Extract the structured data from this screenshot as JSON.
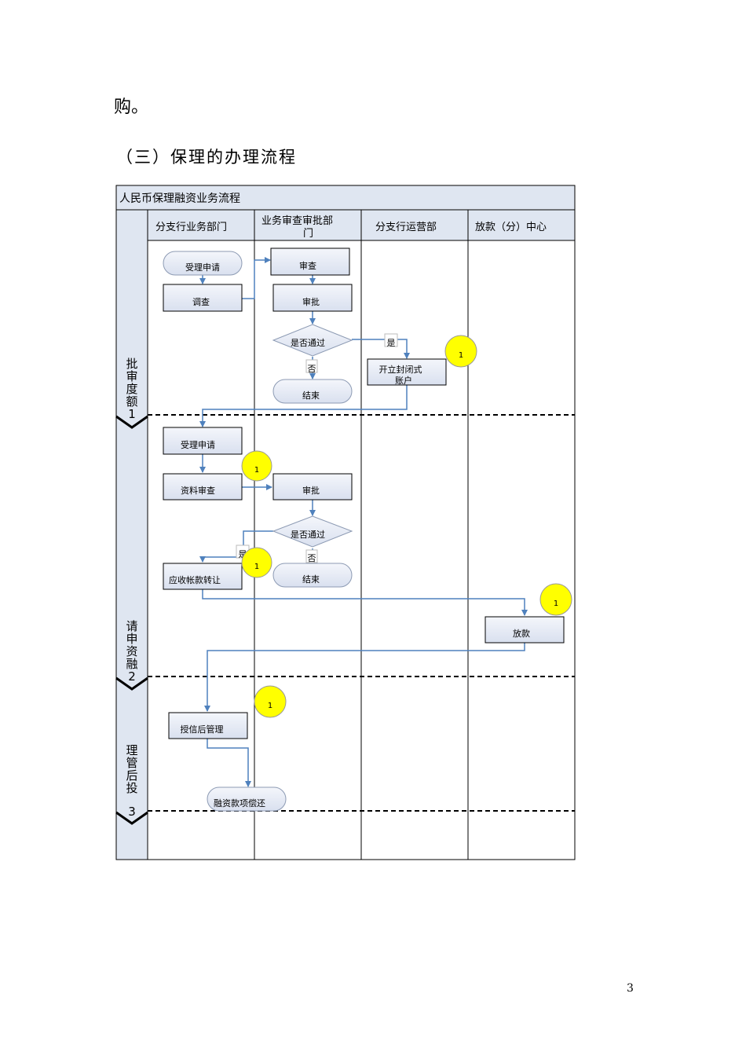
{
  "document": {
    "paragraph_tail": "购。",
    "section_heading": "（三）保理的办理流程",
    "page_number": "3"
  },
  "flowchart": {
    "title": "人民币保理融资业务流程",
    "columns": {
      "branch_business": "分支行业务部门",
      "review_line1": "业务审查审批部",
      "review_line2": "门",
      "operations": "分支行运营部",
      "loan_center": "放款（分）中心"
    },
    "phases": {
      "p1": [
        "批",
        "审",
        "度",
        "额",
        "1"
      ],
      "p2": [
        "请",
        "申",
        "资",
        "融",
        "2"
      ],
      "p3": [
        "理",
        "管",
        "后",
        "投",
        "3"
      ]
    },
    "nodes": {
      "accept1": "受理申请",
      "investigate": "调查",
      "review": "审查",
      "approve1": "审批",
      "pass1": "是否通过",
      "yes1": "是",
      "no1": "否",
      "end1": "结束",
      "account_line1": "开立封闭式",
      "account_line2": "账户",
      "accept2": "受理申请",
      "doc_review": "资料审查",
      "approve2": "审批",
      "pass2": "是否通过",
      "yes2": "是",
      "no2": "否",
      "end2": "结束",
      "transfer": "应收帐款转让",
      "disburse": "放款",
      "post_mgmt": "授信后管理",
      "repay": "融资款项偿还"
    },
    "markers": {
      "m1": "1",
      "m2": "1",
      "m3": "1",
      "m4": "1",
      "m5": "1"
    }
  }
}
